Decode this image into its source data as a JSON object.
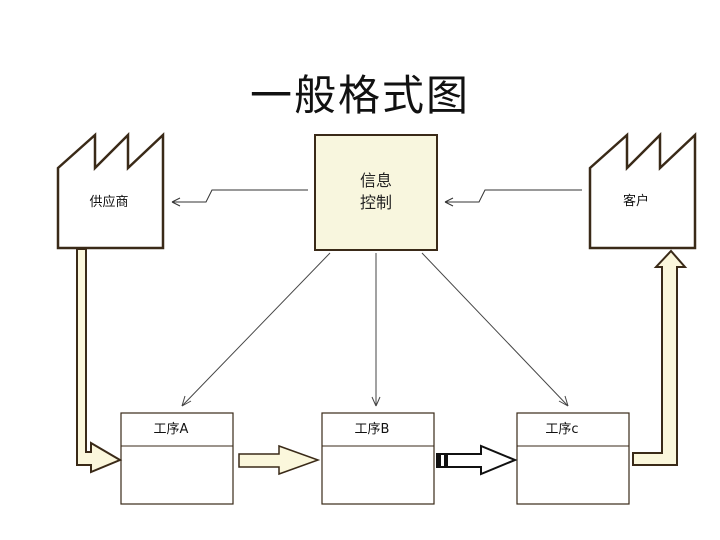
{
  "title": "一般格式图",
  "nodes": {
    "supplier": "供应商",
    "customer": "客户",
    "info_control": [
      "信息",
      "控制"
    ],
    "process_a": "工序A",
    "process_b": "工序B",
    "process_c": "工序c"
  },
  "colors": {
    "stroke": "#3a2a18",
    "info_fill": "#f8f6de",
    "arrow_fill": "#fbf7dc",
    "line": "#444444"
  }
}
